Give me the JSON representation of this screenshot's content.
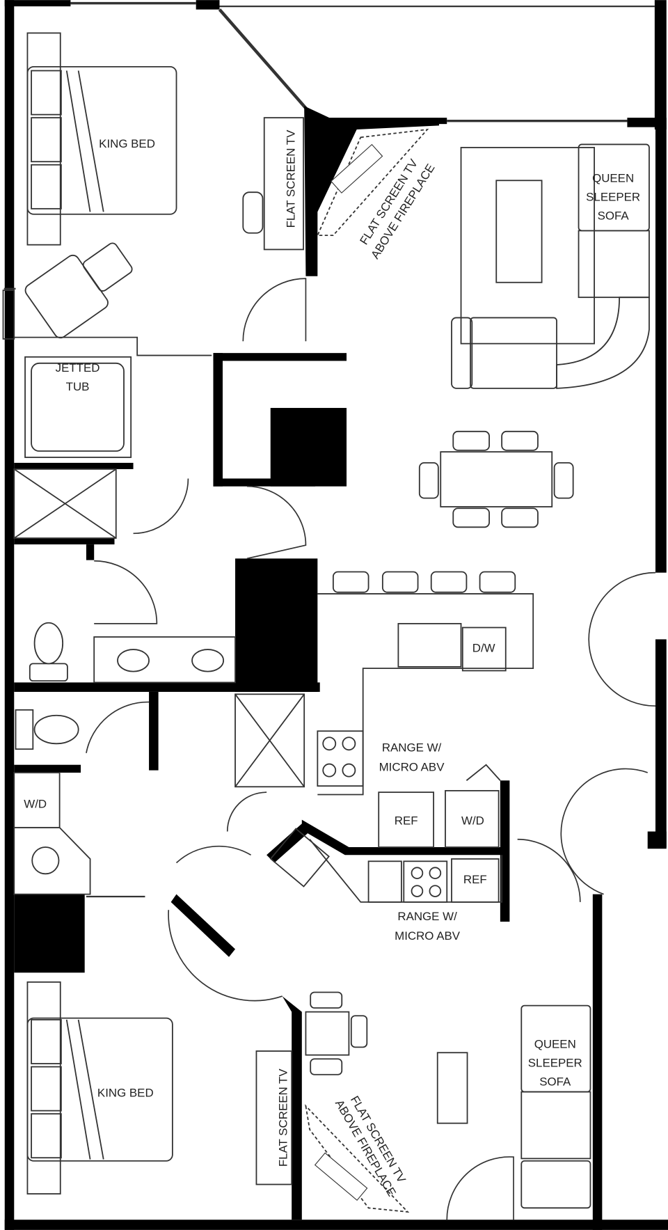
{
  "plan": {
    "labels": {
      "king_bed_top": "KING BED",
      "flat_tv_top": "FLAT SCREEN TV",
      "fireplace_tv_top_1": "FLAT SCREEN TV",
      "fireplace_tv_top_2": "ABOVE FIREPLACE",
      "sofa_top": [
        "QUEEN",
        "SLEEPER",
        "SOFA"
      ],
      "tub": [
        "JETTED",
        "TUB"
      ],
      "dw": "D/W",
      "range_top": [
        "RANGE W/",
        "MICRO ABV"
      ],
      "ref_top": "REF",
      "wd_kitchen": "W/D",
      "wd_left": "W/D",
      "ref_bottom": "REF",
      "range_bottom": [
        "RANGE W/",
        "MICRO ABV"
      ],
      "king_bed_bottom": "KING BED",
      "flat_tv_bottom": "FLAT SCREEN TV",
      "fireplace_tv_bottom_1": "FLAT SCREEN TV",
      "fireplace_tv_bottom_2": "ABOVE FIREPLACE",
      "sofa_bottom": [
        "QUEEN",
        "SLEEPER",
        "SOFA"
      ]
    },
    "colors": {
      "wall": "#000000",
      "line": "#333333",
      "background": "#ffffff"
    }
  }
}
